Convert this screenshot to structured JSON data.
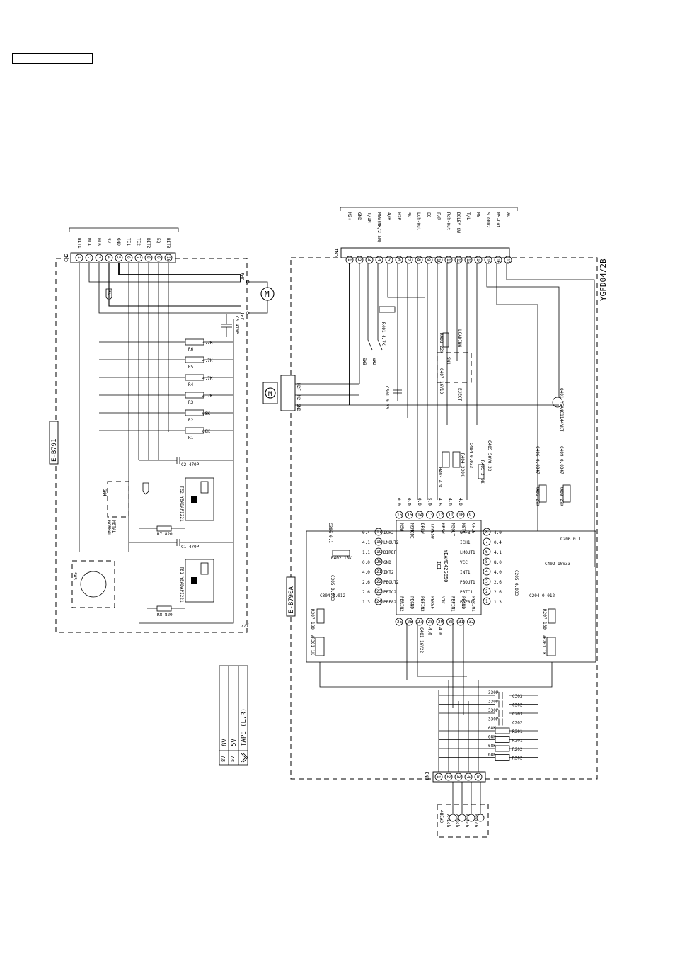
{
  "header_box_label": "",
  "right_board": {
    "title": "YGFD04/2B",
    "cn1": {
      "label": "CN1",
      "pins": [
        "1",
        "2",
        "3",
        "4",
        "5",
        "6",
        "7",
        "8",
        "9",
        "10",
        "11",
        "12",
        "13",
        "14",
        "15",
        "16",
        "17"
      ],
      "signals": [
        "M2+",
        "GND",
        "T/IN",
        "MSW(MK/2.5M)",
        "A/B",
        "M2F",
        "5V",
        "Lch-Out",
        "EQ",
        "F/R",
        "Rch-Out",
        "DOLBY-SW",
        "T/L",
        "MS",
        "S.GND2",
        "MS-Out",
        "8V"
      ]
    },
    "cn3": {
      "label": "CN3",
      "pins": [
        "1",
        "2",
        "3",
        "4",
        "5"
      ]
    },
    "head": {
      "label": "4HEAD",
      "channels": [
        "A-Lch",
        "A-Rch",
        "B-Rch",
        "B-Lch"
      ]
    },
    "ic": {
      "label": "IC1",
      "part": "YEAMC42S650",
      "top_pins": [
        {
          "num": "16",
          "name": "MSW",
          "volt": "0.0"
        },
        {
          "num": "15",
          "name": "MSMODE",
          "volt": "0.0"
        },
        {
          "num": "14",
          "name": "DRSW",
          "volt": "0.0"
        },
        {
          "num": "13",
          "name": "TAPESW",
          "volt": "5.0"
        },
        {
          "num": "12",
          "name": "NRSW",
          "volt": "4.6"
        },
        {
          "num": "11",
          "name": "MSOUT",
          "volt": "4.6"
        },
        {
          "num": "10",
          "name": "MSTC",
          "volt": "4.0"
        },
        {
          "num": "9",
          "name": "GP1B",
          "volt": ""
        }
      ],
      "left_pins": [
        {
          "num": "17",
          "name": "ICH2",
          "volt": "0.4"
        },
        {
          "num": "18",
          "name": "LMOUT2",
          "volt": "4.1"
        },
        {
          "num": "19",
          "name": "DIREF",
          "volt": "1.1"
        },
        {
          "num": "20",
          "name": "GND",
          "volt": "0.0"
        },
        {
          "num": "21",
          "name": "INT2",
          "volt": "4.0"
        },
        {
          "num": "22",
          "name": "PBOUT2",
          "volt": "2.6"
        },
        {
          "num": "23",
          "name": "PBTC2",
          "volt": "2.6"
        },
        {
          "num": "24",
          "name": "PBF82",
          "volt": "1.3"
        }
      ],
      "right_pins": [
        {
          "num": "8",
          "name": "GPFB",
          "volt": "4.0"
        },
        {
          "num": "7",
          "name": "ICH1",
          "volt": "0.4"
        },
        {
          "num": "6",
          "name": "LMOUT1",
          "volt": "4.1"
        },
        {
          "num": "5",
          "name": "VCC",
          "volt": "8.0"
        },
        {
          "num": "4",
          "name": "INT1",
          "volt": "4.0"
        },
        {
          "num": "3",
          "name": "PBOUT1",
          "volt": "2.6"
        },
        {
          "num": "2",
          "name": "PBTC1",
          "volt": "2.6"
        },
        {
          "num": "1",
          "name": "PBF81",
          "volt": "1.3"
        }
      ],
      "bottom_pins": [
        {
          "num": "25",
          "name": "PBRIN2",
          "volt": ""
        },
        {
          "num": "26",
          "name": "PBGND",
          "volt": ""
        },
        {
          "num": "27",
          "name": "PBFIN2",
          "volt": ""
        },
        {
          "num": "28",
          "name": "PBREF",
          "volt": "4.0"
        },
        {
          "num": "29",
          "name": "VTC",
          "volt": "4.0"
        },
        {
          "num": "30",
          "name": "PBFIN1",
          "volt": ""
        },
        {
          "num": "31",
          "name": "PBGND",
          "volt": ""
        },
        {
          "num": "32",
          "name": "PBRIN1",
          "volt": ""
        }
      ]
    },
    "components": {
      "r401": "R401 4.7K",
      "c401": "C401 16V22",
      "c501": "C501 0.33",
      "c407": "C407 16V10",
      "r408": "R408 22K",
      "sw1": "SW1",
      "sw1_loading": "LOADING",
      "sw1_eject": "EJECT",
      "sw2": "SW2",
      "sw3": "SW3",
      "q401": "Q401 YEANC1144YKT",
      "r403": "R403 47K",
      "r404": "R404 330K",
      "c404": "C404 0.033",
      "c405": "C405 50V0.33",
      "r405": "R405 3.9K",
      "c406": "C406 0.0047",
      "r406": "R406 27K",
      "c409": "C409 0.0047",
      "r409": "R409 27K",
      "c306": "C306 0.1",
      "r402": "R402 18K",
      "c206": "C206 0.1",
      "c402": "C402 10V33",
      "c305": "C305 0.033",
      "c205": "C205 0.033",
      "c304": "C304 0.012",
      "c204": "C204 0.012",
      "r307": "R307 180",
      "r207": "R207 180",
      "vr301": "VR301 1K",
      "vr201": "VR201 1K",
      "c303": "C303 330P",
      "c302": "C302 330P",
      "c203": "C203 330P",
      "c202": "C202 330P",
      "r301": "R301 68K",
      "r201": "R201 68K",
      "r202": "R202 68K",
      "r302": "R302 68K",
      "motor_pins": [
        "M2F",
        "M2",
        "GND"
      ],
      "sub_board": "E-B790A"
    }
  },
  "left_board": {
    "label": "E-B791",
    "cn2": {
      "label": "CN2",
      "pins": [
        "1",
        "2",
        "3",
        "4",
        "5",
        "6",
        "7",
        "8",
        "9",
        "10"
      ],
      "signals": [
        "BIT1",
        "M1A",
        "M1B",
        "5V",
        "GND",
        "TE1",
        "TE2",
        "BIT2",
        "EQ",
        "BIT3"
      ]
    },
    "jp3": "JP3",
    "jp4": "JP4",
    "c3": "C3 470P",
    "c2": "C2 470P",
    "c1": "C1 470P",
    "r6": "R6 4.7K",
    "r5": "R5 4.7K",
    "r4": "R4 4.7K",
    "r3": "R3 4.7K",
    "r2": "R2 68K",
    "r1": "R1 68K",
    "r7": "R7 820",
    "r8": "R8 820",
    "te1": "TE1 YEADAPI221",
    "te2": "TE2 YEADAPI221",
    "sw4": "SW4",
    "sw4_modes": [
      "METAL",
      "NORMAL"
    ],
    "sw5": "SW5"
  },
  "legend": [
    {
      "symbol": "8V",
      "text": "8V"
    },
    {
      "symbol": "5V",
      "text": "5V"
    },
    {
      "symbol": "tape",
      "text": "TAPE   (L,R)"
    }
  ]
}
